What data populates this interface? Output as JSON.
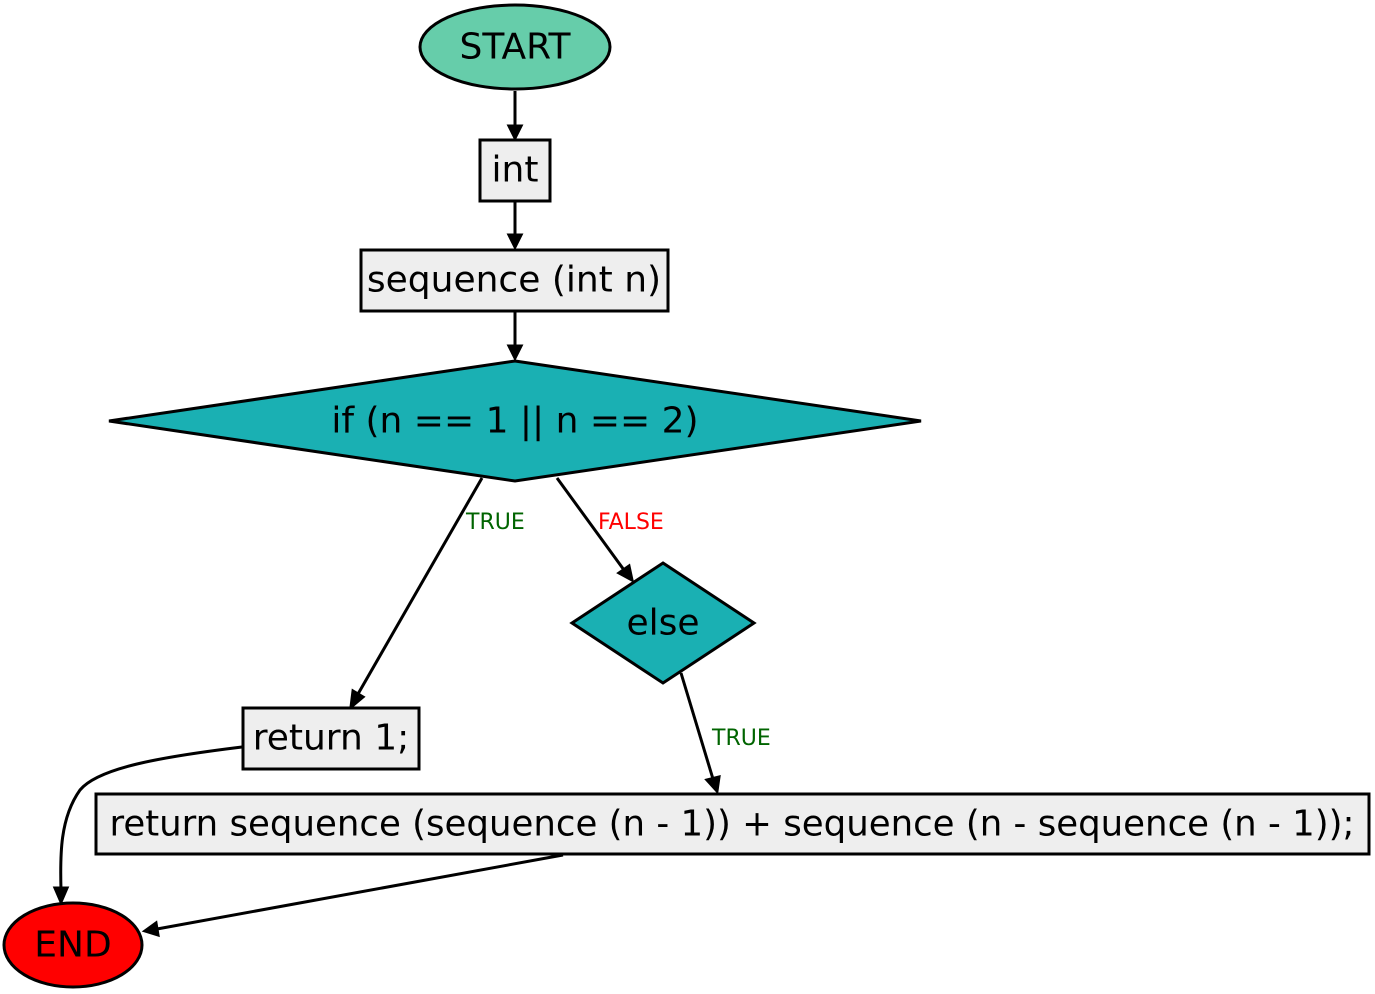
{
  "colors": {
    "start_fill": "#66cdaa",
    "end_fill": "#ff0000",
    "process_fill": "#eeeeee",
    "decision_fill": "#1ab0b3",
    "true_label": "#006400",
    "false_label": "#ff0000"
  },
  "nodes": {
    "start": "START",
    "int": "int",
    "signature": "sequence (int n)",
    "if_cond": "if (n == 1 || n == 2)",
    "else": "else",
    "return_one": "return 1;",
    "return_seq": "return sequence (sequence (n - 1)) + sequence (n - sequence (n - 1));",
    "end": "END"
  },
  "edges": {
    "if_true": "TRUE",
    "if_false": "FALSE",
    "else_true": "TRUE"
  }
}
